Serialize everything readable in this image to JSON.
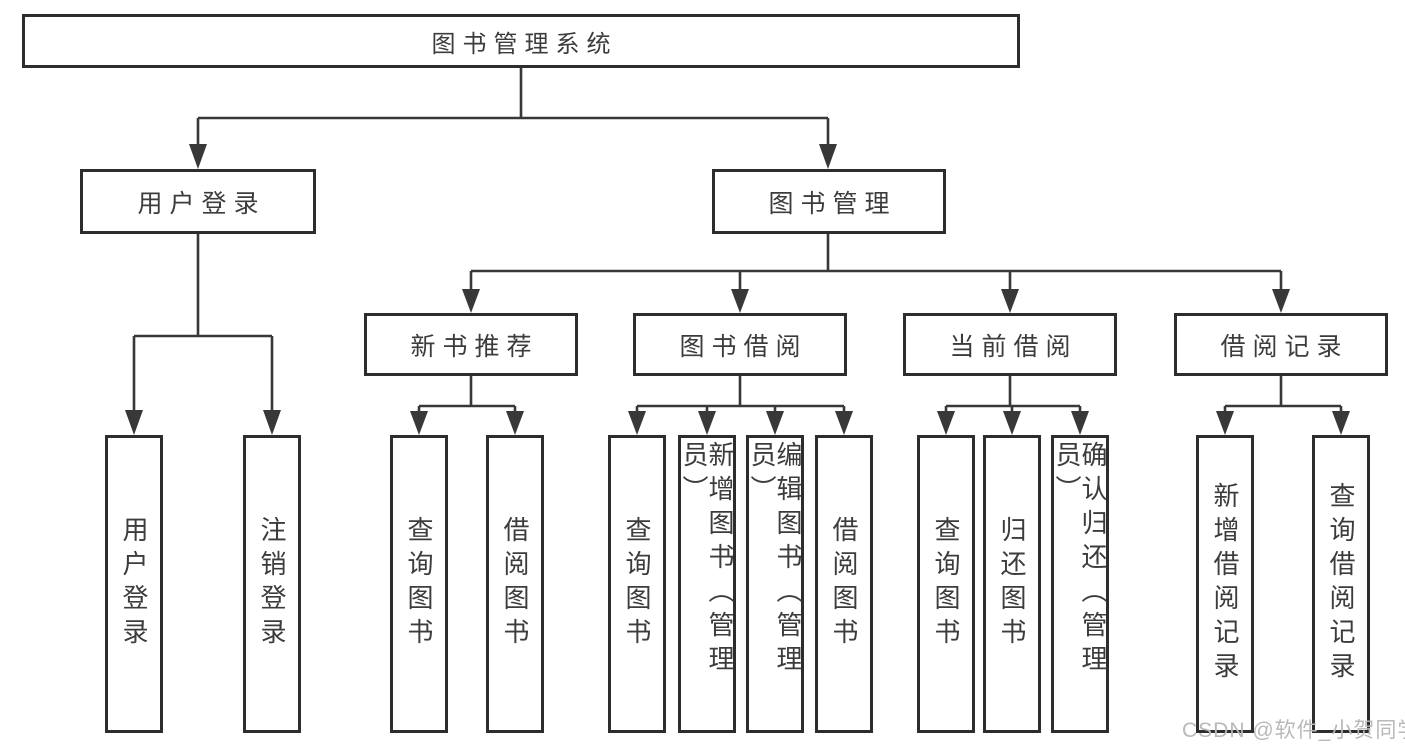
{
  "tree": {
    "root": {
      "label": "图书管理系统",
      "children": [
        {
          "label": "用户登录",
          "children": [
            {
              "label": "用户登录"
            },
            {
              "label": "注销登录"
            }
          ]
        },
        {
          "label": "图书管理",
          "children": [
            {
              "label": "新书推荐",
              "children": [
                {
                  "label": "查询图书"
                },
                {
                  "label": "借阅图书"
                }
              ]
            },
            {
              "label": "图书借阅",
              "children": [
                {
                  "label": "查询图书"
                },
                {
                  "label": "新增图书（管理员）"
                },
                {
                  "label": "编辑图书（管理员）"
                },
                {
                  "label": "借阅图书"
                }
              ]
            },
            {
              "label": "当前借阅",
              "children": [
                {
                  "label": "查询图书"
                },
                {
                  "label": "归还图书"
                },
                {
                  "label": "确认归还（管理员）"
                }
              ]
            },
            {
              "label": "借阅记录",
              "children": [
                {
                  "label": "新增借阅记录"
                },
                {
                  "label": "查询借阅记录"
                }
              ]
            }
          ]
        }
      ]
    }
  },
  "watermark": {
    "text": "CSDN @软件_小贺同学"
  },
  "colors": {
    "line": "#383838",
    "border": "#2d2d2d",
    "text": "#3c3c3c",
    "watermark": "#b9b9b9",
    "bg": "#ffffff"
  }
}
